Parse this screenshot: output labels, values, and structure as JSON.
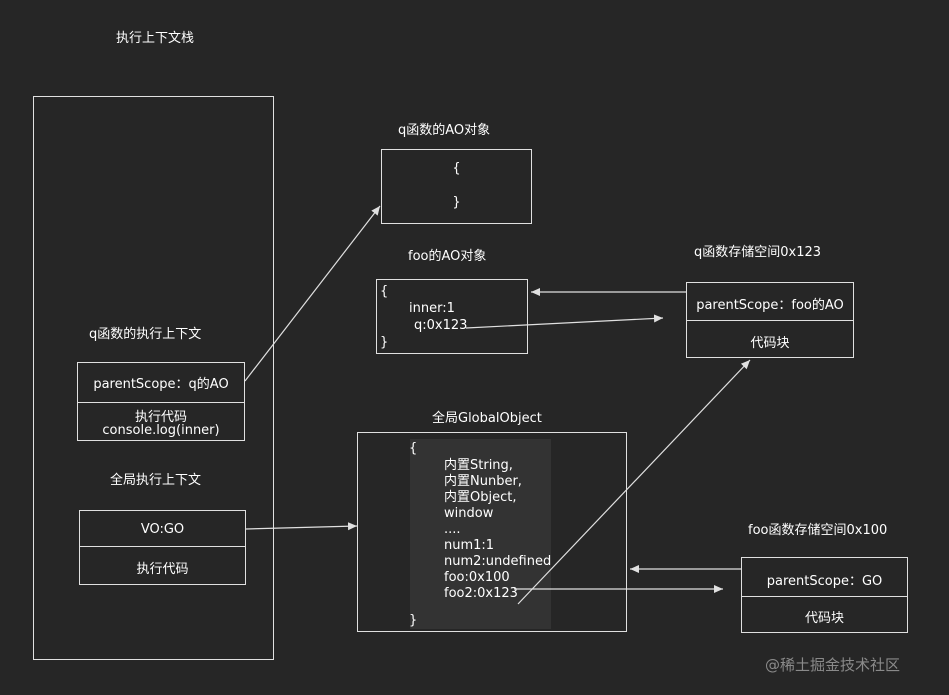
{
  "titles": {
    "ecs": "执行上下文栈",
    "q_ao": "q函数的AO对象",
    "foo_ao": "foo的AO对象",
    "q_storage": "q函数存储空间0x123",
    "q_ec": "q函数的执行上下文",
    "global_object": "全局GlobalObject",
    "global_ec": "全局执行上下文",
    "foo_storage": "foo函数存储空间0x100"
  },
  "q_ao_box": {
    "open": "{",
    "close": "}"
  },
  "foo_ao_box": {
    "open": "{",
    "line1": "inner:1",
    "line2": "q:0x123",
    "close": "}"
  },
  "q_storage_box": {
    "scope": "parentScope：foo的AO",
    "code": "代码块"
  },
  "q_ec_box": {
    "scope": "parentScope：q的AO",
    "exec_label": "执行代码",
    "exec_code": "console.log(inner)"
  },
  "global_ec_box": {
    "vo": "VO:GO",
    "exec": "执行代码"
  },
  "global_object_box": {
    "open": "{",
    "lines": [
      "内置String,",
      "内置Nunber,",
      "内置Object,",
      "window",
      "....",
      "num1:1",
      "num2:undefined",
      "foo:0x100",
      "foo2:0x123"
    ],
    "close": "}"
  },
  "foo_storage_box": {
    "scope": "parentScope：GO",
    "code": "代码块"
  },
  "watermark": "@稀土掘金技术社区",
  "colors": {
    "background": "#262626",
    "stroke": "#e0e0e0",
    "highlight": "#333333"
  }
}
